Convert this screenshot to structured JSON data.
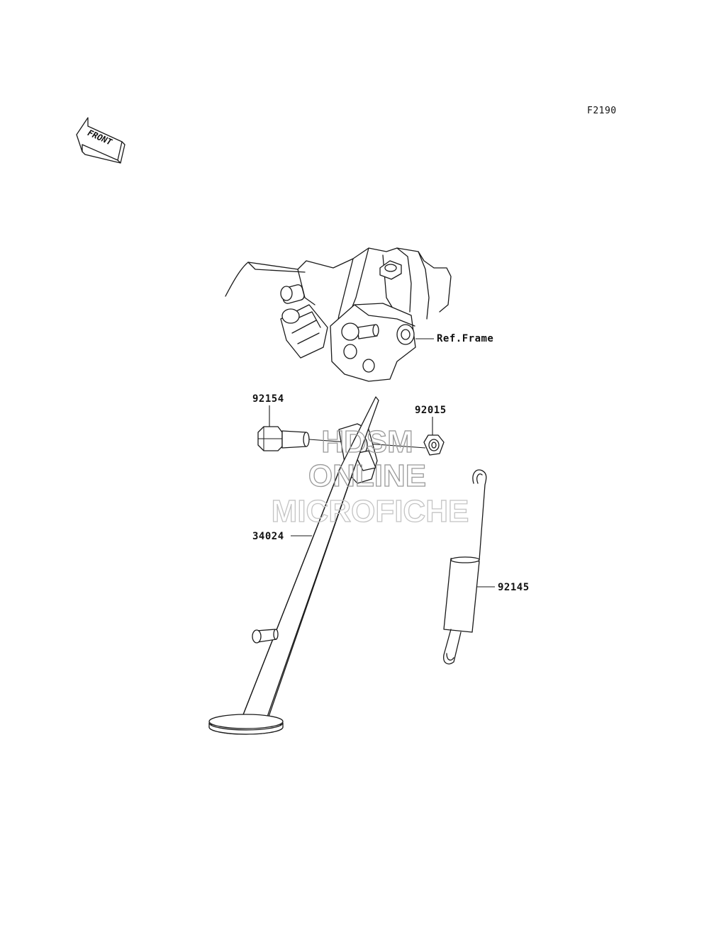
{
  "figure_code": "F2190",
  "front_indicator": "FRONT",
  "labels": {
    "ref_frame": "Ref.Frame",
    "bolt": "92154",
    "nut": "92015",
    "side_stand": "34024",
    "spring": "92145"
  },
  "watermark": {
    "line1": "HDSM",
    "line2": "ONLINE",
    "line3": "MICROFICHE"
  }
}
